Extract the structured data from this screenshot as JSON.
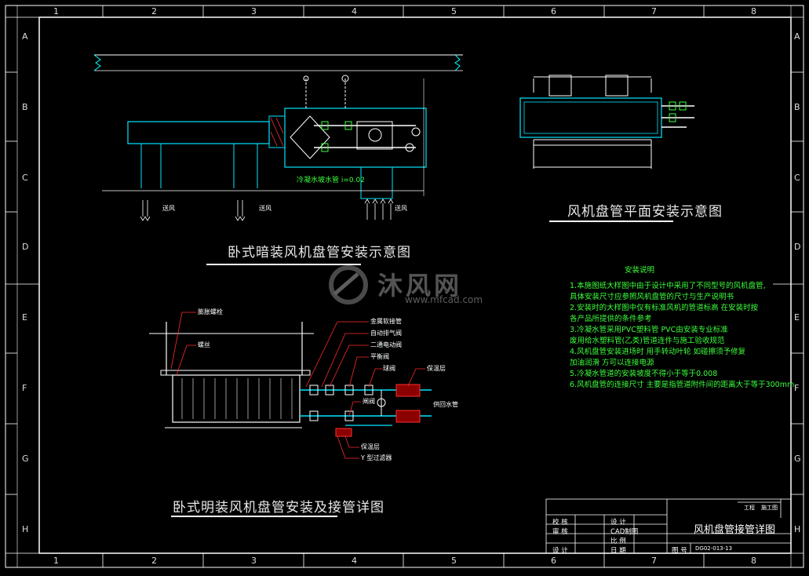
{
  "grid": {
    "cols": [
      "1",
      "2",
      "3",
      "4",
      "5",
      "6",
      "7",
      "8"
    ],
    "rows": [
      "A",
      "B",
      "C",
      "D",
      "E",
      "F",
      "G",
      "H"
    ]
  },
  "titles": {
    "concealed": "卧式暗装风机盘管安装示意图",
    "plan": "风机盘管平面安装示意图",
    "exposed": "卧式明装风机盘管安装及接管详图"
  },
  "concealed_labels": {
    "supply_air_1": "送风",
    "supply_air_2": "送风",
    "return_air": "送风",
    "slope": "冷凝水坡水管  i=0.02"
  },
  "exposed_labels": {
    "hose": "金属软接管",
    "air_vent": "自动排气阀",
    "two_way_valve": "二通电动阀",
    "balance_valve": "平衡阀",
    "insulation_top": "保温层",
    "valve": "球阀",
    "insulation_bottom": "保温层",
    "strainer": "Y 型过滤器",
    "supply_return": "供回水管",
    "gate": "闸阀",
    "hanger": "膨胀螺栓",
    "rod": "螺丝"
  },
  "notes": {
    "heading": "安装说明",
    "items": [
      "1.本施图纸大样图中由于设计中采用了不同型号的风机盘管,",
      "   具体安装尺寸应参照风机盘管的尺寸与生产说明书",
      "2.安装时的大样图中仅有标准风机的管道标高  在安装时按",
      "   各产品所提供的条件参考",
      "3.冷凝水管采用PVC塑料管  PVC由安装专业标准",
      "   废用给水塑料管(乙类)管道连件与施工验收规范",
      "4.风机盘管安装进场时  用手转动叶轮  如碰擦须予修复",
      "   加油润滑  方可以连接电源",
      "5.冷凝水管道的安装坡度不得小于等于0.008",
      "6.风机盘管的连接尺寸  主要是指管道附件间的距离大于等于300mm"
    ]
  },
  "titleblock": {
    "r1c1": "校 核",
    "r2c1": "审 核",
    "r3c1": "设 计",
    "r1c2": "设 计",
    "r2c2": "CAD制图",
    "r3c2": "比 例",
    "r4c2": "日 期",
    "drawing_title": "风机盘管接管详图",
    "project": "工程",
    "stage": "施工图",
    "sheet": "图 号",
    "sheet_no": "DG02-013-13"
  },
  "watermark": {
    "brand": "沐风网",
    "url": "www.mfcad.com"
  },
  "colors": {
    "background": "#000000",
    "frame": "#ffffff",
    "equipment": "#00e5ff",
    "annotation": "#3cff3c",
    "leader": "#ff2a2a",
    "dimension": "#ffffff"
  }
}
